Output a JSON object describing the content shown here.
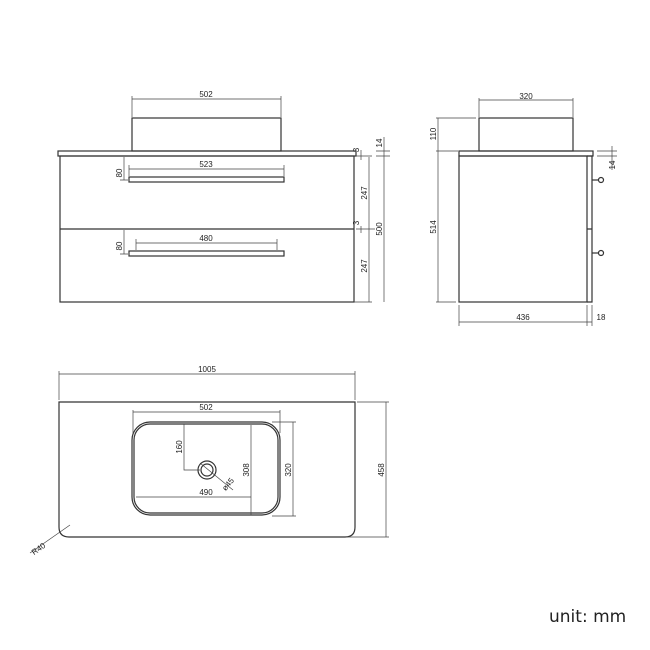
{
  "unit_label": "unit: mm",
  "front_view": {
    "basin_width": "502",
    "handle_top_width": "523",
    "handle_bottom_width": "480",
    "handle_top_offset": "80",
    "handle_bottom_offset": "80",
    "gap_top": "3",
    "gap_middle": "3",
    "drawer_top_height": "247",
    "drawer_bottom_height": "247",
    "top_thickness": "14",
    "total_height": "500"
  },
  "side_view": {
    "basin_depth": "320",
    "basin_height": "110",
    "cabinet_height": "514",
    "cabinet_depth": "436",
    "door_thickness": "18",
    "top_thickness": "14"
  },
  "top_view": {
    "total_width": "1005",
    "total_depth": "458",
    "basin_outer_width": "502",
    "basin_outer_depth": "320",
    "basin_inner_width": "490",
    "basin_inner_depth": "308",
    "drain_offset": "160",
    "drain_diameter": "ø45",
    "corner_radius": "R40"
  }
}
